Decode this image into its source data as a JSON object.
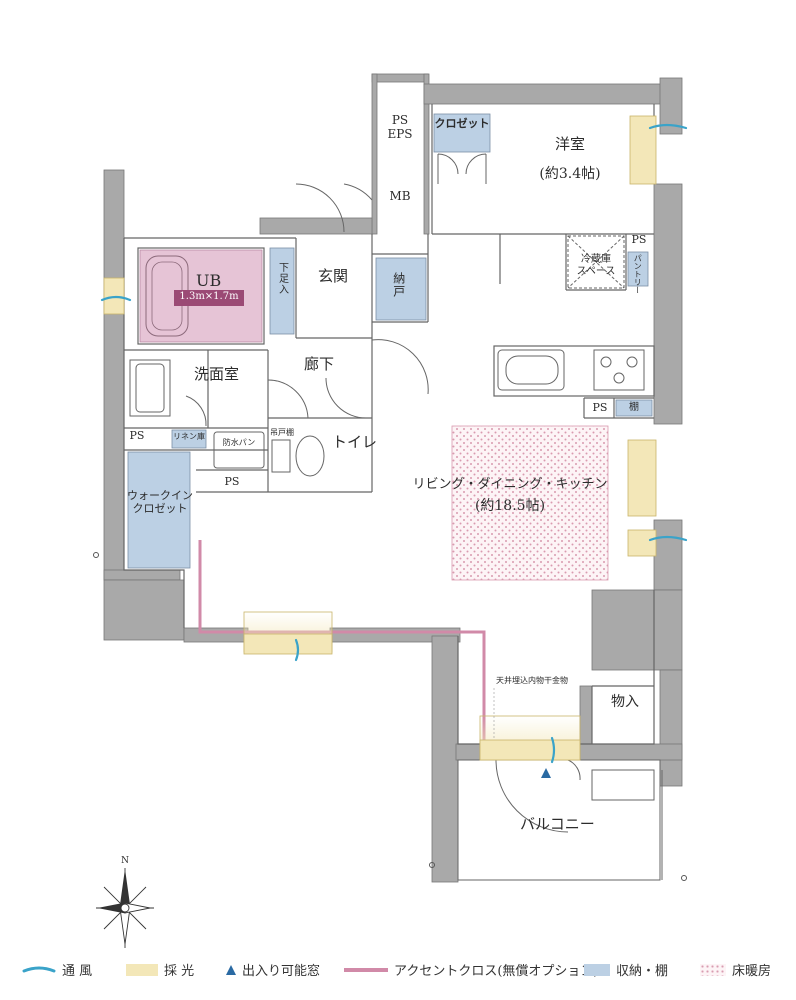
{
  "rooms": {
    "ps_eps": "PS\nEPS",
    "mb": "MB",
    "closet": "クロゼット",
    "western_room": "洋室",
    "western_room_size": "(約3.4帖)",
    "unit_bath": "UB",
    "unit_bath_size": "1.3m×1.7m",
    "shoe_storage": "下足入",
    "entrance": "玄関",
    "storage": "納戸",
    "fridge_space": "冷蔵庫\nスペース",
    "ps_kitchen": "PS",
    "pantry": "パントリー",
    "washroom": "洗面室",
    "hallway": "廊下",
    "ps_sink": "PS",
    "shelf": "棚",
    "ps_wash": "PS",
    "linen_shelf": "リネン庫",
    "waterproof_pan": "防水パン",
    "hanging_shelf": "吊戸棚",
    "toilet": "トイレ",
    "ldk": "リビング・ダイニング・キッチン",
    "ldk_size": "(約18.5帖)",
    "walk_in_closet": "ウォークイン\nクロゼット",
    "ps_wic": "PS",
    "ceiling_hanger": "天井埋込内物干金物",
    "storage_small": "物入",
    "balcony": "バルコニー"
  },
  "compass": {
    "north": "N"
  },
  "legend": [
    {
      "label": "通 風",
      "icon": "wind-icon",
      "color": "#3aa3c9"
    },
    {
      "label": "採 光",
      "icon": "light-swatch",
      "color": "#f3e7b8"
    },
    {
      "label": "出入り可能窓",
      "icon": "triangle-icon",
      "color": "#2a6aa3"
    },
    {
      "label": "アクセントクロス(無償オプション)",
      "icon": "accent-line",
      "color": "#d18aa8"
    },
    {
      "label": "収納・棚",
      "icon": "storage-swatch",
      "color": "#bcd0e4"
    },
    {
      "label": "床暖房",
      "icon": "floorheat-swatch",
      "color": "#f3dbe2"
    }
  ],
  "colors": {
    "wall": "#a9a9a9",
    "storage": "#bcd0e4",
    "bath": "#e6c4d6",
    "bath_label": "#9b4a75",
    "light": "#f3e7b8",
    "wind": "#3aa3c9",
    "accent": "#d18aa8",
    "floor_heat": "#d99bb0"
  }
}
